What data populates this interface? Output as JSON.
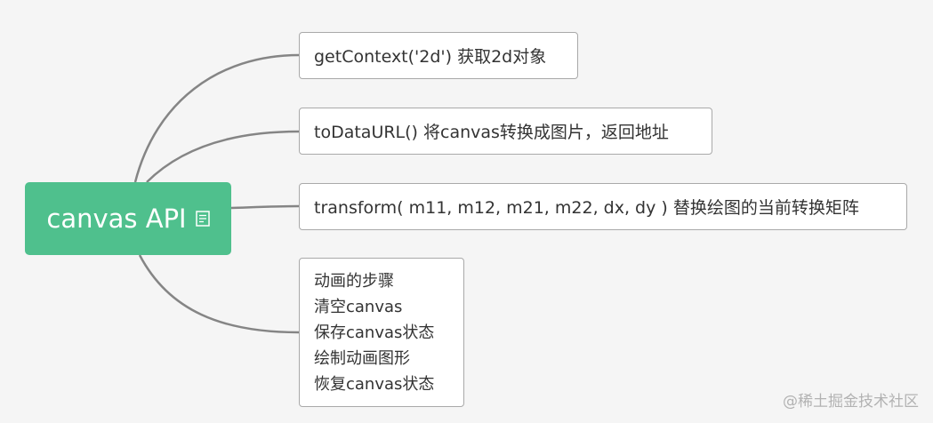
{
  "root": {
    "label": "canvas API",
    "icon": "note-icon",
    "color": "#4fc08d"
  },
  "branches": [
    {
      "text": "getContext('2d') 获取2d对象"
    },
    {
      "text": "toDataURL() 将canvas转换成图片，返回地址"
    },
    {
      "text": "transform( m11, m12, m21, m22, dx, dy ) 替换绘图的当前转换矩阵"
    },
    {
      "lines": [
        "动画的步骤",
        "清空canvas",
        "保存canvas状态",
        "绘制动画图形",
        "恢复canvas状态"
      ]
    }
  ],
  "watermark": "@稀土掘金技术社区",
  "connector_color": "#858585"
}
